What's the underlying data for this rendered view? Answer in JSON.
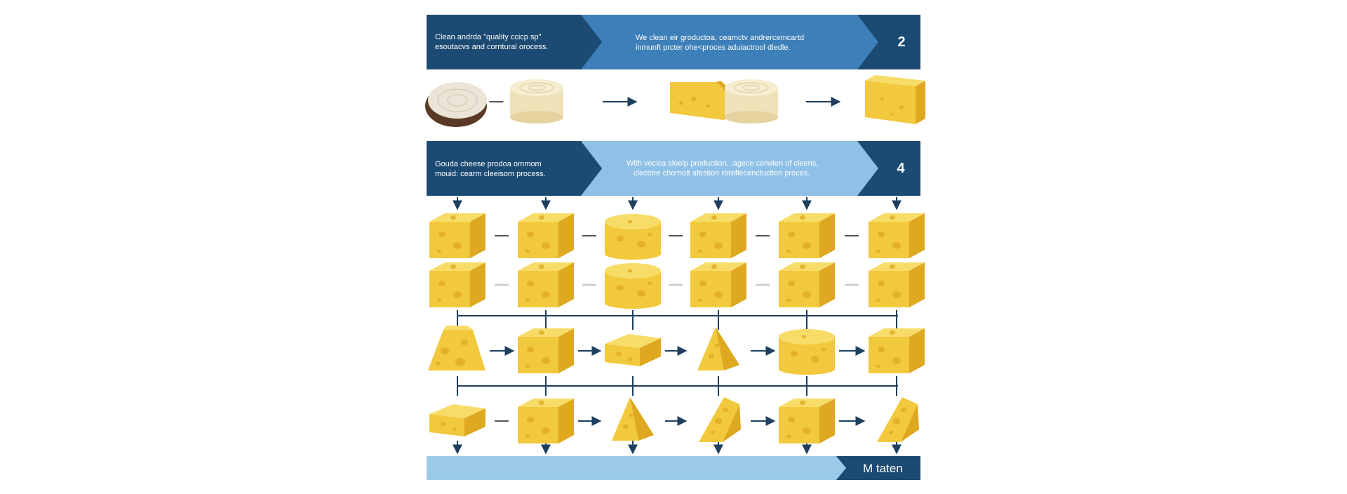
{
  "banners": [
    {
      "left_text": [
        "Clean andrda \"quality ccicp sp\"",
        "esoutacvs and corntural orocess."
      ],
      "center_text": [
        "We clean eir groductoa, ceamctv andrercemcartd",
        "inmunft prcter ohe<proces aduiactrool dledle."
      ],
      "number": "2"
    },
    {
      "left_text": [
        "Gouda cheese prodoa ommom",
        "mouid: cearm cleeisom process."
      ],
      "center_text": [
        "With vecica sleeip production, .agece corwten of cleens,",
        "clectore chornolt afestion roreflecenctuction proces."
      ],
      "number": "4"
    }
  ],
  "footer": {
    "label": "M taten"
  },
  "colors": {
    "banner_dark": "#1b4a72",
    "banner_mid": "#3d7fb8",
    "banner_light": "#8fc0e6",
    "arrow": "#1e3f5f",
    "cheese_top": "#f8dc68",
    "cheese_front": "#f2c83c",
    "cheese_side": "#dea820",
    "cream": "#f0e2b8"
  },
  "rows": [
    {
      "name": "raw-materials",
      "items": [
        "wood-slice",
        "milk-curd",
        "cheese-wedge",
        "milk-curd",
        "cheese-block"
      ],
      "connectors": [
        "dash",
        "arrow",
        "arrow",
        "arrow"
      ]
    },
    {
      "name": "cheese-cubes-a",
      "items": [
        "cheese-cube",
        "cheese-cube",
        "cheese-wheel",
        "cheese-cube",
        "cheese-cube",
        "cheese-cube"
      ],
      "connectors": [
        "dash",
        "dash",
        "dash",
        "dash",
        "dash"
      ]
    },
    {
      "name": "cheese-cubes-b",
      "items": [
        "cheese-cube",
        "cheese-cube",
        "cheese-wheel",
        "cheese-cube",
        "cheese-cube",
        "cheese-cube"
      ],
      "connectors": [
        "dash",
        "dash",
        "dash",
        "dash",
        "dash"
      ]
    },
    {
      "name": "cheese-pieces-a",
      "items": [
        "cheese-trapezoid",
        "cheese-cube",
        "cheese-slab",
        "cheese-pyramid",
        "cheese-wheel",
        "cheese-cube"
      ],
      "connectors": [
        "arrow",
        "arrow",
        "arrow",
        "arrow",
        "arrow"
      ]
    },
    {
      "name": "cheese-pieces-b",
      "items": [
        "cheese-slab",
        "cheese-cube",
        "cheese-pyramid",
        "cheese-wedge-small",
        "cheese-cube",
        "cheese-wedge-small"
      ],
      "connectors": [
        "dash",
        "arrow",
        "arrow",
        "arrow",
        "arrow"
      ]
    }
  ]
}
